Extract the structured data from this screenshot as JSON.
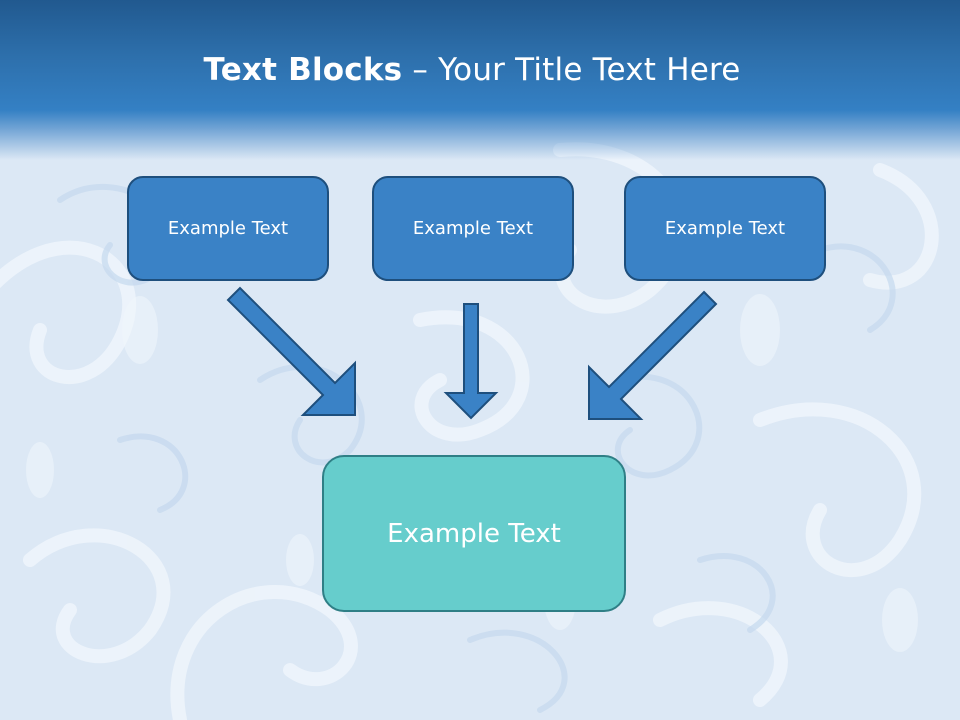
{
  "title": {
    "bold": "Text Blocks",
    "rest": " – Your Title Text Here"
  },
  "boxes": {
    "top": [
      "Example Text",
      "Example Text",
      "Example Text"
    ],
    "bottom": "Example Text"
  },
  "colors": {
    "title_bar": "#2d6fab",
    "top_box_fill": "#3a82c6",
    "top_box_border": "#1e4f7d",
    "bottom_box_fill": "#66cdcc",
    "bottom_box_border": "#2f7f86",
    "arrow_fill": "#3a82c6",
    "arrow_stroke": "#1e4f7d",
    "background": "#dbe7f4"
  },
  "icons": {
    "arrows": [
      "arrow-down-right-icon",
      "arrow-down-icon",
      "arrow-down-left-icon"
    ]
  }
}
